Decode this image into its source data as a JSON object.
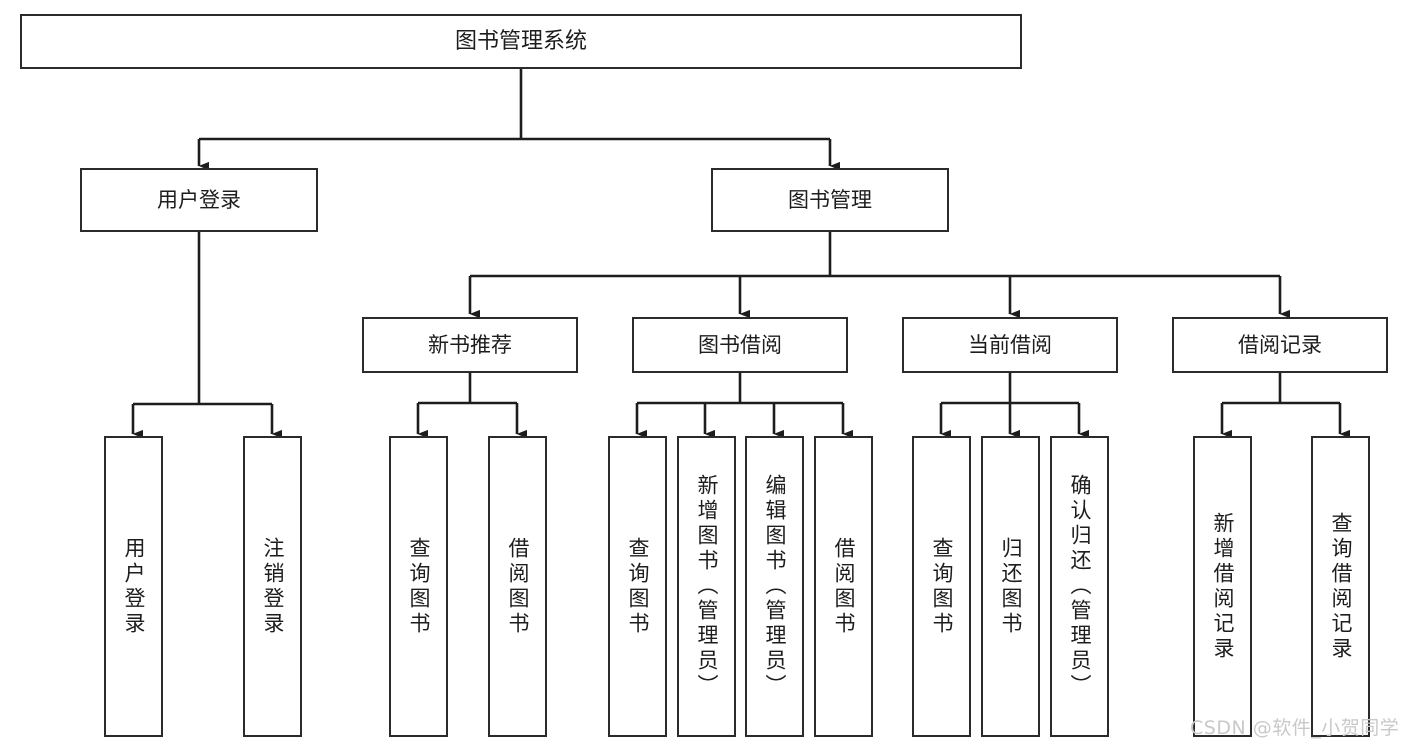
{
  "diagram": {
    "type": "tree-hierarchy-diagram",
    "title_text": "图书管理系统",
    "orientation": "top-down",
    "box_stroke_color": "#2b2b2b",
    "box_fill_color": "#ffffff",
    "connector_color": "#1d1d1d",
    "text_color": "#1d1d1d"
  },
  "nodes": {
    "root": {
      "label": "图书管理系统"
    },
    "level2": [
      {
        "label": "用户登录"
      },
      {
        "label": "图书管理"
      }
    ],
    "level3": [
      {
        "label": "新书推荐"
      },
      {
        "label": "图书借阅"
      },
      {
        "label": "当前借阅"
      },
      {
        "label": "借阅记录"
      }
    ],
    "leaves": {
      "user_login": [
        {
          "label": "用户登录"
        },
        {
          "label": "注销登录"
        }
      ],
      "new_book_recommend": [
        {
          "label": "查询图书"
        },
        {
          "label": "借阅图书"
        }
      ],
      "book_borrow": [
        {
          "label": "查询图书"
        },
        {
          "label": "新增图书（管理员）"
        },
        {
          "label": "编辑图书（管理员）"
        },
        {
          "label": "借阅图书"
        }
      ],
      "current_borrow": [
        {
          "label": "查询图书"
        },
        {
          "label": "归还图书"
        },
        {
          "label": "确认归还（管理员）"
        }
      ],
      "borrow_record": [
        {
          "label": "新增借阅记录"
        },
        {
          "label": "查询借阅记录"
        }
      ]
    }
  },
  "watermark": {
    "text": "CSDN @软件_小贺同学"
  }
}
